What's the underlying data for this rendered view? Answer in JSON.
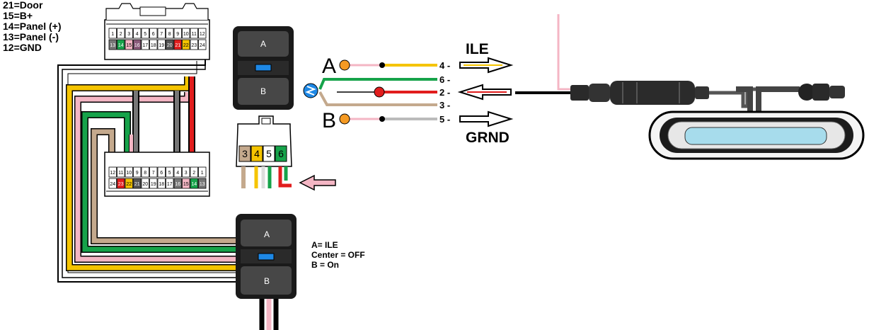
{
  "legend": [
    "21=Door",
    "15=B+",
    "14=Panel (+)",
    "13=Panel (-)",
    "12=GND"
  ],
  "connector_top": {
    "row1": [
      "1",
      "2",
      "3",
      "4",
      "5",
      "6",
      "7",
      "8",
      "9",
      "10",
      "11",
      "12"
    ],
    "row2": [
      "13",
      "14",
      "15",
      "16",
      "17",
      "18",
      "19",
      "20",
      "21",
      "22",
      "23",
      "24"
    ]
  },
  "connector_bottom": {
    "row1": [
      "12",
      "11",
      "10",
      "9",
      "8",
      "7",
      "6",
      "5",
      "4",
      "3",
      "2",
      "1"
    ],
    "row2": [
      "24",
      "23",
      "22",
      "21",
      "20",
      "19",
      "18",
      "17",
      "16",
      "15",
      "14",
      "13"
    ]
  },
  "switch": {
    "a": "A",
    "b": "B"
  },
  "plug_pins": [
    "3",
    "4",
    "5",
    "6"
  ],
  "wire_labels": [
    "4 -",
    "6 -",
    "2 -",
    "3 -",
    "5 -"
  ],
  "terminal_a": "A",
  "terminal_b": "B",
  "ile_label": "ILE",
  "grnd_label": "GRND",
  "modes": [
    "A= ILE",
    "Center = OFF",
    "B = On"
  ],
  "colors": {
    "yellow": "#f5c400",
    "pink": "#f4b6c4",
    "green": "#16a34a",
    "tan": "#c4a98d",
    "gray": "#777777",
    "red": "#e11d1d",
    "orange": "#f59a23",
    "blue": "#1e88e5",
    "switch_body": "#3a3a3a",
    "lamp": "#a7dcec"
  }
}
